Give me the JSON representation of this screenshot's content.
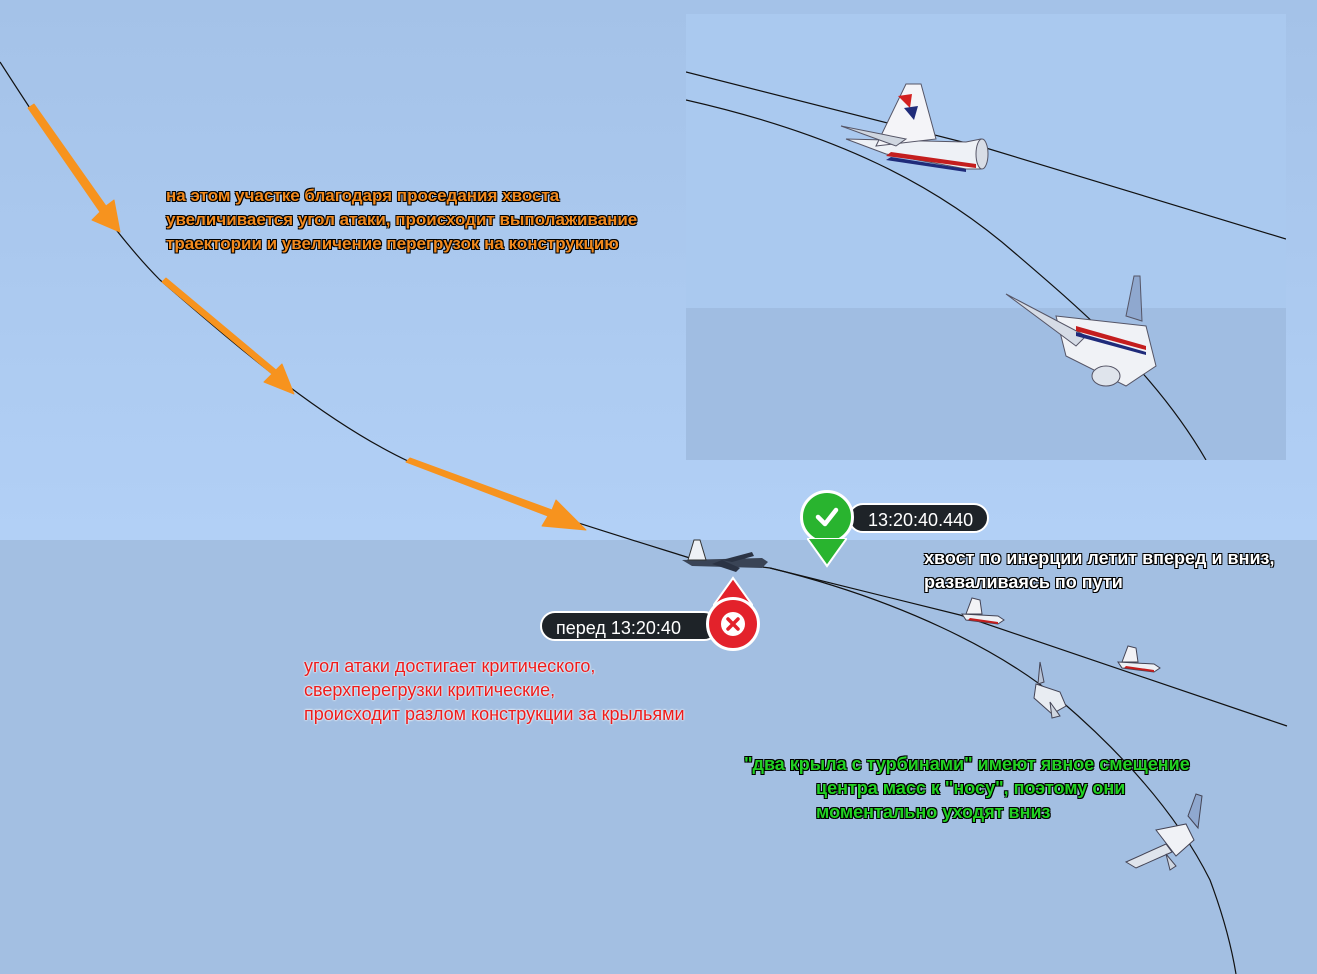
{
  "colors": {
    "orange_text": "#f28a1e",
    "red_text": "#ee1b1b",
    "green_text": "#22d222",
    "white_text": "#ffffff",
    "pill_bg": "#1e2328",
    "marker_green": "#29b42f",
    "marker_red": "#e3222b",
    "arrow": "#f7931e"
  },
  "icons": {
    "success_marker": "check-icon",
    "error_marker": "x-icon"
  },
  "captions": {
    "orange": [
      "на этом участке благодаря проседания хвоста",
      "увеличивается угол атаки, происходит выполаживание",
      "траектории и увеличение перегрузок на конструкцию"
    ],
    "red": [
      "угол атаки достигает критического,",
      "сверхперегрузки критические,",
      "происходит разлом конструкции за крыльями"
    ],
    "white": [
      "хвост по инерции летит вперед и вниз,",
      "разваливаясь по пути"
    ],
    "green": [
      "\"два крыла с турбинами\"  имеют явное смещение",
      "центра масс к \"носу\", поэтому они",
      "моментально уходят вниз"
    ]
  },
  "labels": {
    "time_success": "13:20:40.440",
    "time_before": "перед 13:20:40"
  }
}
